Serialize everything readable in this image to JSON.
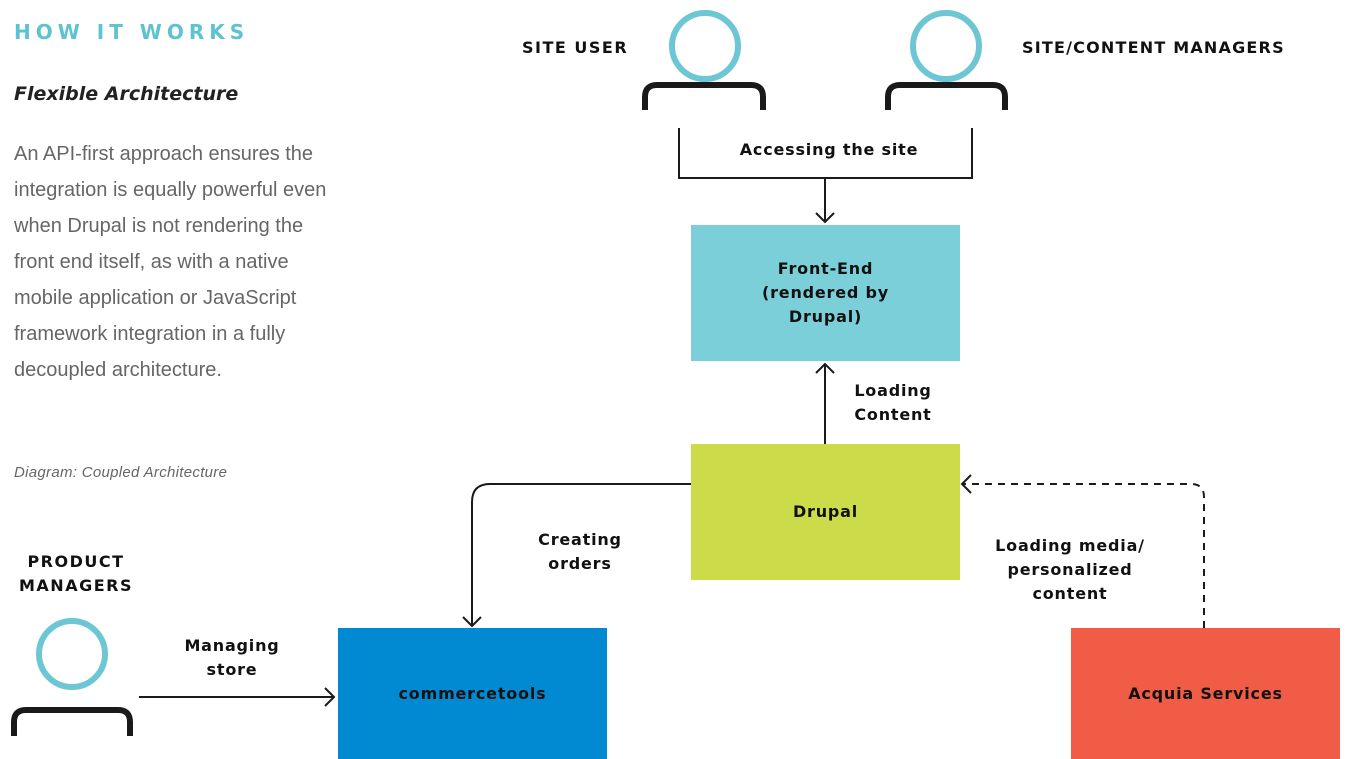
{
  "left_panel": {
    "eyebrow": "HOW IT WORKS",
    "subheading": "Flexible Architecture",
    "body_lines": [
      "An API-first approach ensures the",
      "integration is equally powerful even",
      "when Drupal is not rendering the",
      "front end itself, as with a native",
      "mobile application or JavaScript",
      "framework integration in a fully",
      "decoupled architecture."
    ],
    "caption": "Diagram: Coupled Architecture"
  },
  "actors": {
    "site_user": "SITE USER",
    "content_managers": "SITE/CONTENT MANAGERS",
    "product_managers_line1": "PRODUCT",
    "product_managers_line2": "MANAGERS"
  },
  "nodes": {
    "front_end": [
      "Front-End",
      "(rendered by",
      "Drupal)"
    ],
    "drupal": "Drupal",
    "commercetools": "commercetools",
    "acquia": "Acquia Services"
  },
  "edges": {
    "accessing": "Accessing the site",
    "loading_content": [
      "Loading",
      "Content"
    ],
    "creating_orders": [
      "Creating",
      "orders"
    ],
    "managing_store": [
      "Managing",
      "store"
    ],
    "loading_media": [
      "Loading media/",
      "personalized",
      "content"
    ]
  },
  "colors": {
    "accent_teal": "#5ec3d0",
    "front_end_fill": "#7bcfd8",
    "drupal_fill": "#cbdb49",
    "commercetools_fill": "#0189d1",
    "acquia_fill": "#f05c45",
    "person_stroke": "#6dc6d3",
    "person_body": "#1a1a1a"
  }
}
